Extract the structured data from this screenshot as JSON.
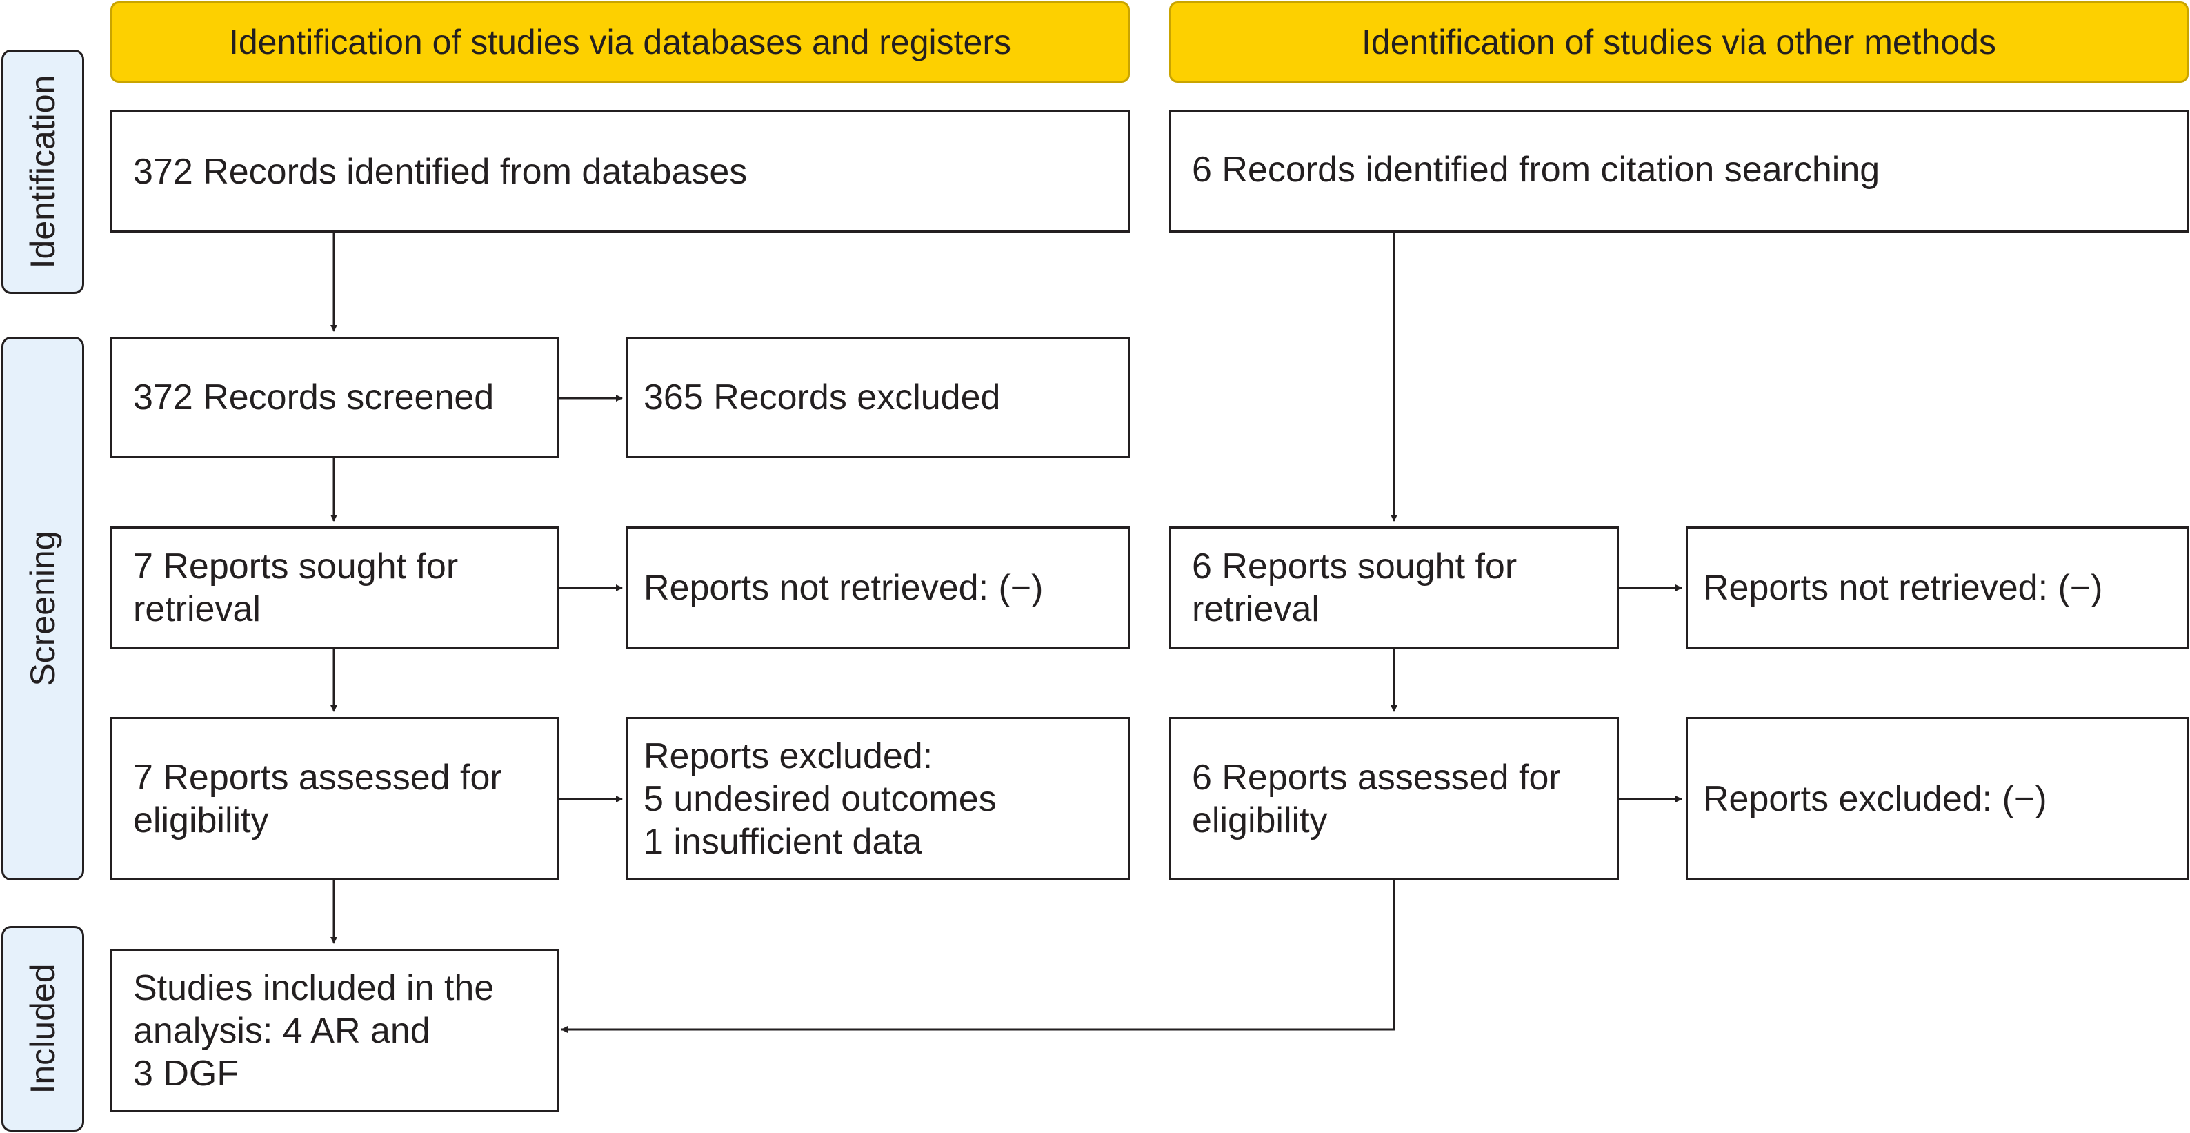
{
  "headers": {
    "databases": "Identification of studies via databases and registers",
    "other": "Identification of studies via other methods"
  },
  "stages": {
    "identification": "Identification",
    "screening": "Screening",
    "included": "Included"
  },
  "boxes": {
    "db_identified": "372 Records identified from databases",
    "citation_identified": "6 Records identified from citation searching",
    "db_screened": "372 Records screened",
    "db_excluded": "365 Records excluded",
    "db_sought": "7 Reports sought for\nretrieval",
    "db_not_retrieved": "Reports not retrieved: (−)",
    "other_sought": "6 Reports sought for\nretrieval",
    "other_not_retrieved": "Reports not retrieved: (−)",
    "db_assessed": "7 Reports assessed for\neligibility",
    "db_reports_excluded": "Reports excluded:\n  5 undesired outcomes\n  1 insufficient data",
    "other_assessed": "6 Reports assessed for\neligibility",
    "other_reports_excluded": "Reports excluded: (−)",
    "included": "Studies included in the\nanalysis: 4 AR and\n3 DGF"
  },
  "colors": {
    "header_fill": "#fdd000",
    "stage_fill": "#e6f1fb",
    "line": "#231f20"
  }
}
